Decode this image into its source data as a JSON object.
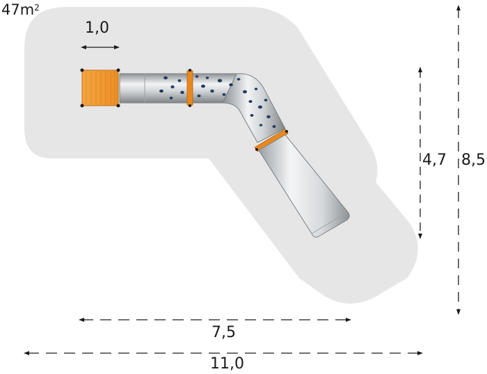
{
  "area_label": {
    "value": "47m",
    "superscript": "2"
  },
  "dimensions": {
    "platform_width": "1,0",
    "slide_height": "4,7",
    "total_height": "8,5",
    "slide_width": "7,5",
    "total_width": "11,0"
  },
  "colors": {
    "background": "#ffffff",
    "safety_zone": "#e6e6e6",
    "platform": "#f29a33",
    "platform_grain": "#d97f1a",
    "tube_light": "#eef0f1",
    "tube_mid": "#c9cdd0",
    "tube_dark": "#8e9397",
    "tube_spots": "#253a5e",
    "ring_clamp": "#e8891f",
    "dimension_line": "#1a1a1a"
  }
}
